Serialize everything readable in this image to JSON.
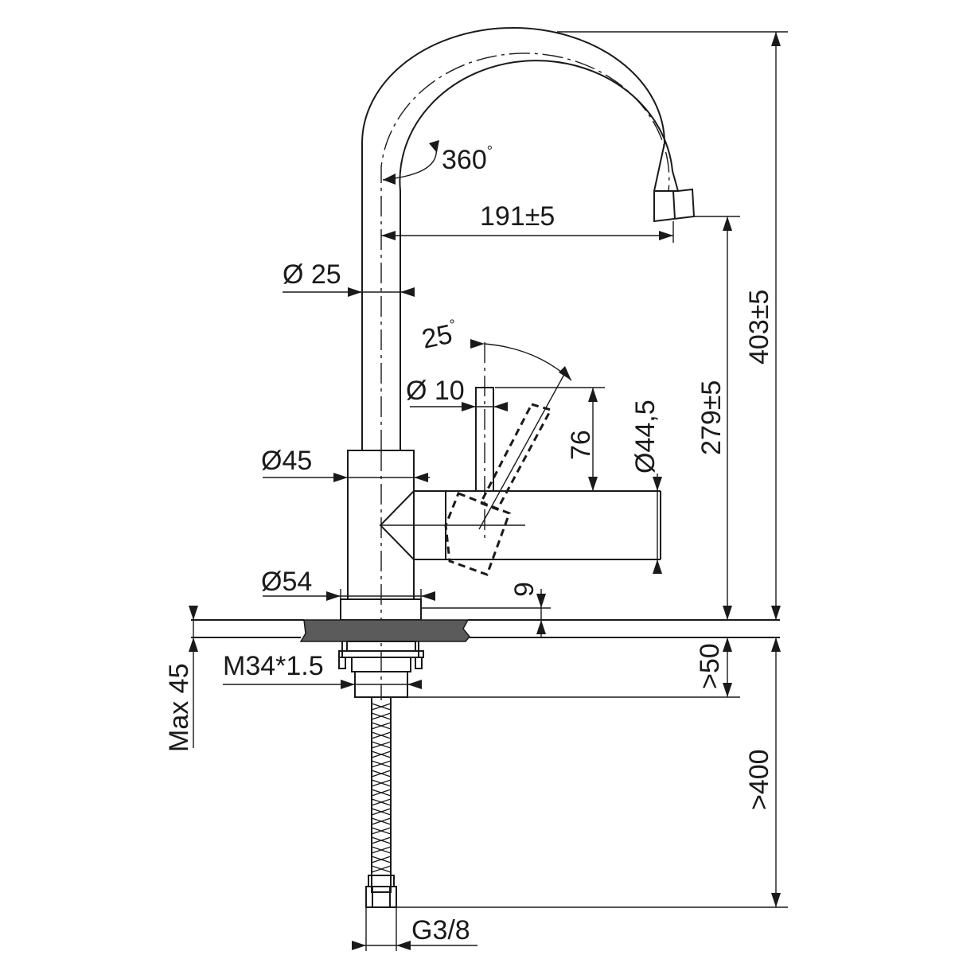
{
  "dimensions": {
    "rotation": "360",
    "spout_reach": "191±5",
    "spout_diameter": "Ø 25",
    "lever_angle": "25",
    "lever_diameter": "Ø 10",
    "lever_height": "76",
    "handle_body_diameter": "Ø44,5",
    "body_diameter": "Ø45",
    "base_diameter": "Ø54",
    "base_height": "9",
    "spout_outlet_height": "279±5",
    "overall_height": "403±5",
    "thread": "M34*1.5",
    "max_counter_thickness": "Max 45",
    "min_clearance": ">50",
    "min_hose_length": ">400",
    "hose_connection": "G3/8"
  },
  "symbols": {
    "degree": "°"
  },
  "colors": {
    "line": "#1a1a1a",
    "countertop": "#5b5b5b",
    "background": "#ffffff"
  }
}
